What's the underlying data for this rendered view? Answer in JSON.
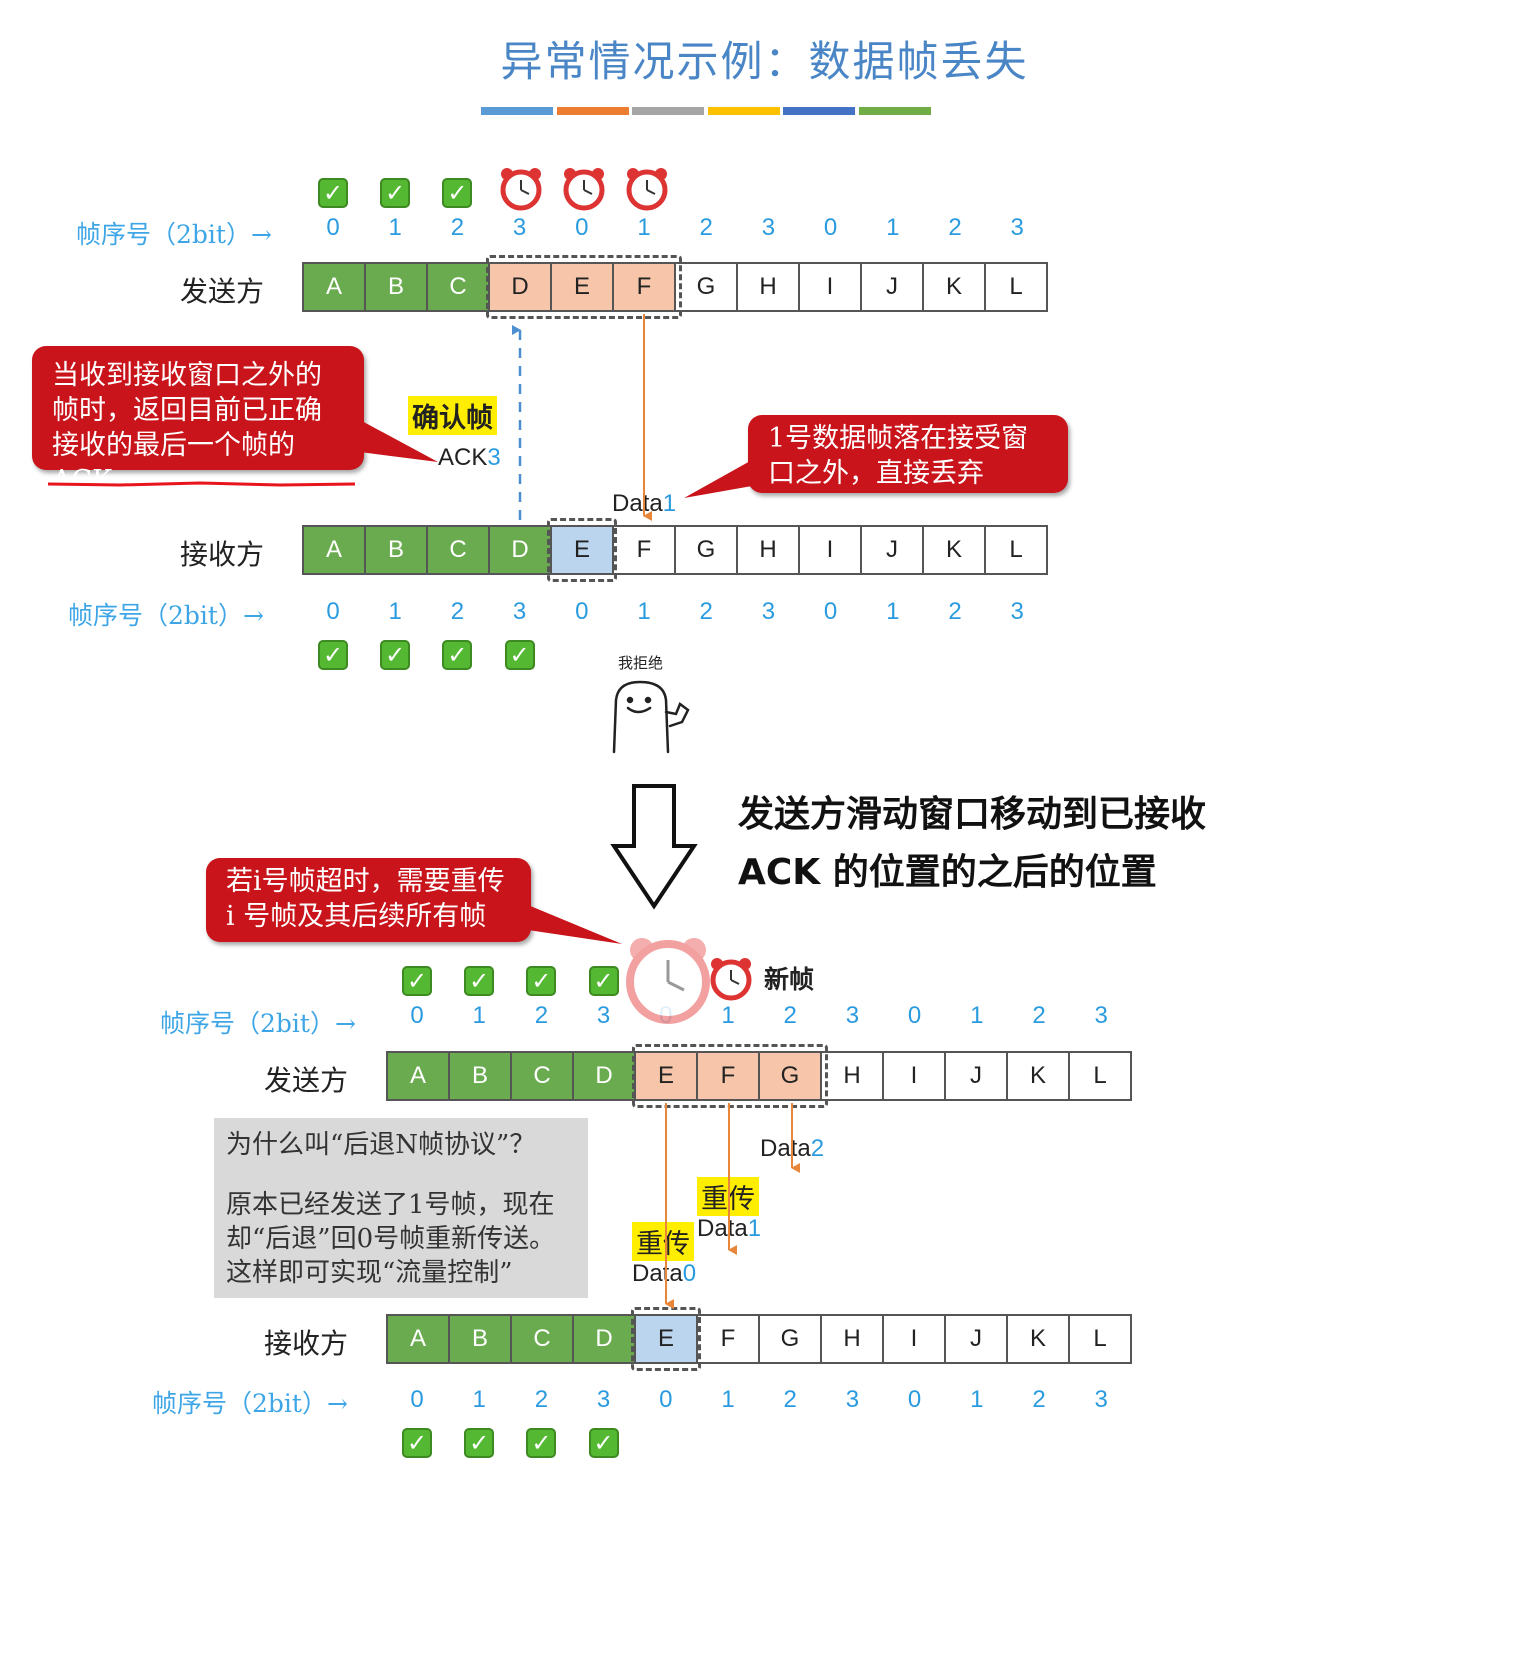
{
  "title": "异常情况示例：数据帧丢失",
  "title_bar_colors": [
    "#5b9bd5",
    "#ed7d31",
    "#a5a5a5",
    "#ffc000",
    "#4472c4",
    "#70ad47"
  ],
  "seq_label": "帧序号（2bit）→",
  "sender_label": "发送方",
  "receiver_label": "接收方",
  "seq_numbers": [
    "0",
    "1",
    "2",
    "3",
    "0",
    "1",
    "2",
    "3",
    "0",
    "1",
    "2",
    "3"
  ],
  "frame_letters": [
    "A",
    "B",
    "C",
    "D",
    "E",
    "F",
    "G",
    "H",
    "I",
    "J",
    "K",
    "L"
  ],
  "colors": {
    "green": "#6aab4f",
    "orange": "#f7c6aa",
    "blue": "#bcd5ef",
    "red": "#c8141a",
    "accent": "#2b9be0"
  },
  "top": {
    "sender_states": [
      "green",
      "green",
      "green",
      "orange",
      "orange",
      "orange",
      "white",
      "white",
      "white",
      "white",
      "white",
      "white"
    ],
    "receiver_states": [
      "green",
      "green",
      "green",
      "green",
      "blue",
      "white",
      "white",
      "white",
      "white",
      "white",
      "white",
      "white"
    ],
    "callout_left": [
      "当收到接收窗口之外的",
      "帧时，返回目前已正确",
      "接收的最后一个帧的ACK"
    ],
    "callout_right": [
      "1号数据帧落在接受窗",
      "口之外，直接丢弃"
    ],
    "ack_tag": "确认帧",
    "ack_prefix": "ACK",
    "ack_num": "3",
    "data_prefix": "Data",
    "data_num": "1",
    "reject_text": "我拒绝"
  },
  "middle": {
    "line1": "发送方滑动窗口移动到已接收",
    "line2": "ACK 的位置的之后的位置"
  },
  "bottom": {
    "callout": [
      "若i号帧超时，需要重传",
      "i 号帧及其后续所有帧"
    ],
    "new_frame": "新帧",
    "sender_states": [
      "green",
      "green",
      "green",
      "green",
      "orange",
      "orange",
      "orange",
      "white",
      "white",
      "white",
      "white",
      "white"
    ],
    "receiver_states": [
      "green",
      "green",
      "green",
      "green",
      "blue",
      "white",
      "white",
      "white",
      "white",
      "white",
      "white",
      "white"
    ],
    "gray_box": [
      "为什么叫“后退N帧协议”？",
      "",
      "原本已经发送了1号帧，现在",
      "却“后退”回0号帧重新传送。",
      "这样即可实现“流量控制”"
    ],
    "retransmit": "重传",
    "data_prefix": "Data",
    "data2": "2",
    "data1": "1",
    "data0": "0"
  }
}
